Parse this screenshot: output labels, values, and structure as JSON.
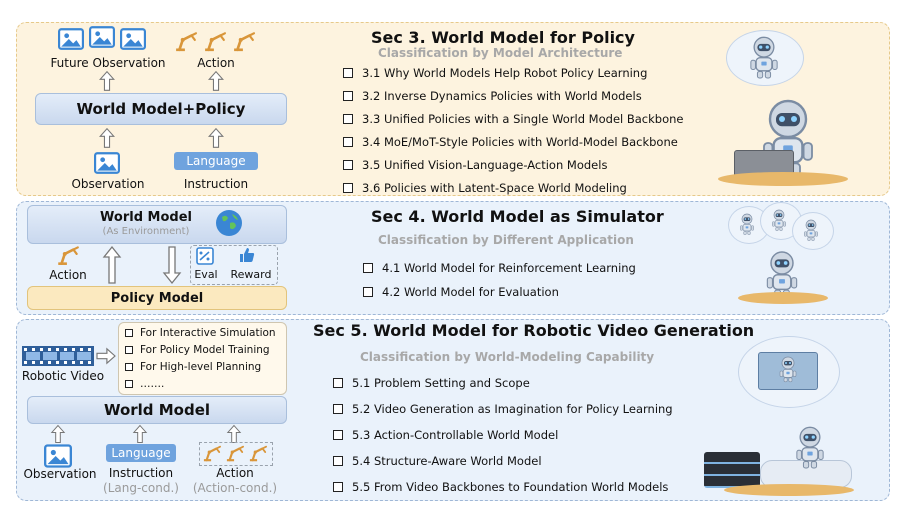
{
  "sec3": {
    "title": "Sec 3. World Model for Policy",
    "subtitle": "Classification by Model Architecture",
    "items": [
      "3.1 Why World Models Help Robot Policy Learning",
      "3.2 Inverse Dynamics Policies with World Models",
      "3.3 Unified Policies with a Single World Model Backbone",
      "3.4 MoE/MoT-Style Policies with World-Model Backbone",
      "3.5 Unified Vision-Language-Action Models",
      "3.6 Policies with Latent-Space World Modeling"
    ],
    "diagram": {
      "future_observation": "Future Observation",
      "action": "Action",
      "box": "World Model+Policy",
      "observation": "Observation",
      "language": "Language",
      "instruction": "Instruction"
    }
  },
  "sec4": {
    "title": "Sec 4. World Model as Simulator",
    "subtitle": "Classification by Different Application",
    "items": [
      "4.1 World Model for Reinforcement Learning",
      "4.2 World Model for Evaluation"
    ],
    "diagram": {
      "world_model": "World Model",
      "as_environment": "(As Environment)",
      "action": "Action",
      "eval": "Eval",
      "reward": "Reward",
      "policy_model": "Policy Model"
    }
  },
  "sec5": {
    "title": "Sec 5. World Model for Robotic Video Generation",
    "subtitle": "Classification by World-Modeling Capability",
    "items": [
      "5.1 Problem Setting and Scope",
      "5.2 Video Generation as Imagination for Policy Learning",
      "5.3 Action-Controllable World Model",
      "5.4 Structure-Aware World Model",
      "5.5 From Video Backbones to Foundation World Models"
    ],
    "diagram": {
      "uses": [
        "For Interactive Simulation",
        "For Policy Model Training",
        "For High-level Planning",
        "……."
      ],
      "robotic_video": "Robotic Video",
      "world_model": "World Model",
      "observation": "Observation",
      "language": "Language",
      "instruction": "Instruction",
      "lang_cond": "(Lang-cond.)",
      "action": "Action",
      "action_cond": "(Action-cond.)"
    }
  },
  "colors": {
    "panel_warm": "#fdf3df",
    "panel_cool": "#eaf2fb",
    "accent_blue": "#6fa3de",
    "arm_orange": "#d9963a"
  },
  "icons": [
    "image-icon",
    "robot-arm-icon",
    "globe-icon",
    "eval-icon",
    "thumbs-up-icon",
    "film-strip-icon",
    "robot-illustration"
  ]
}
